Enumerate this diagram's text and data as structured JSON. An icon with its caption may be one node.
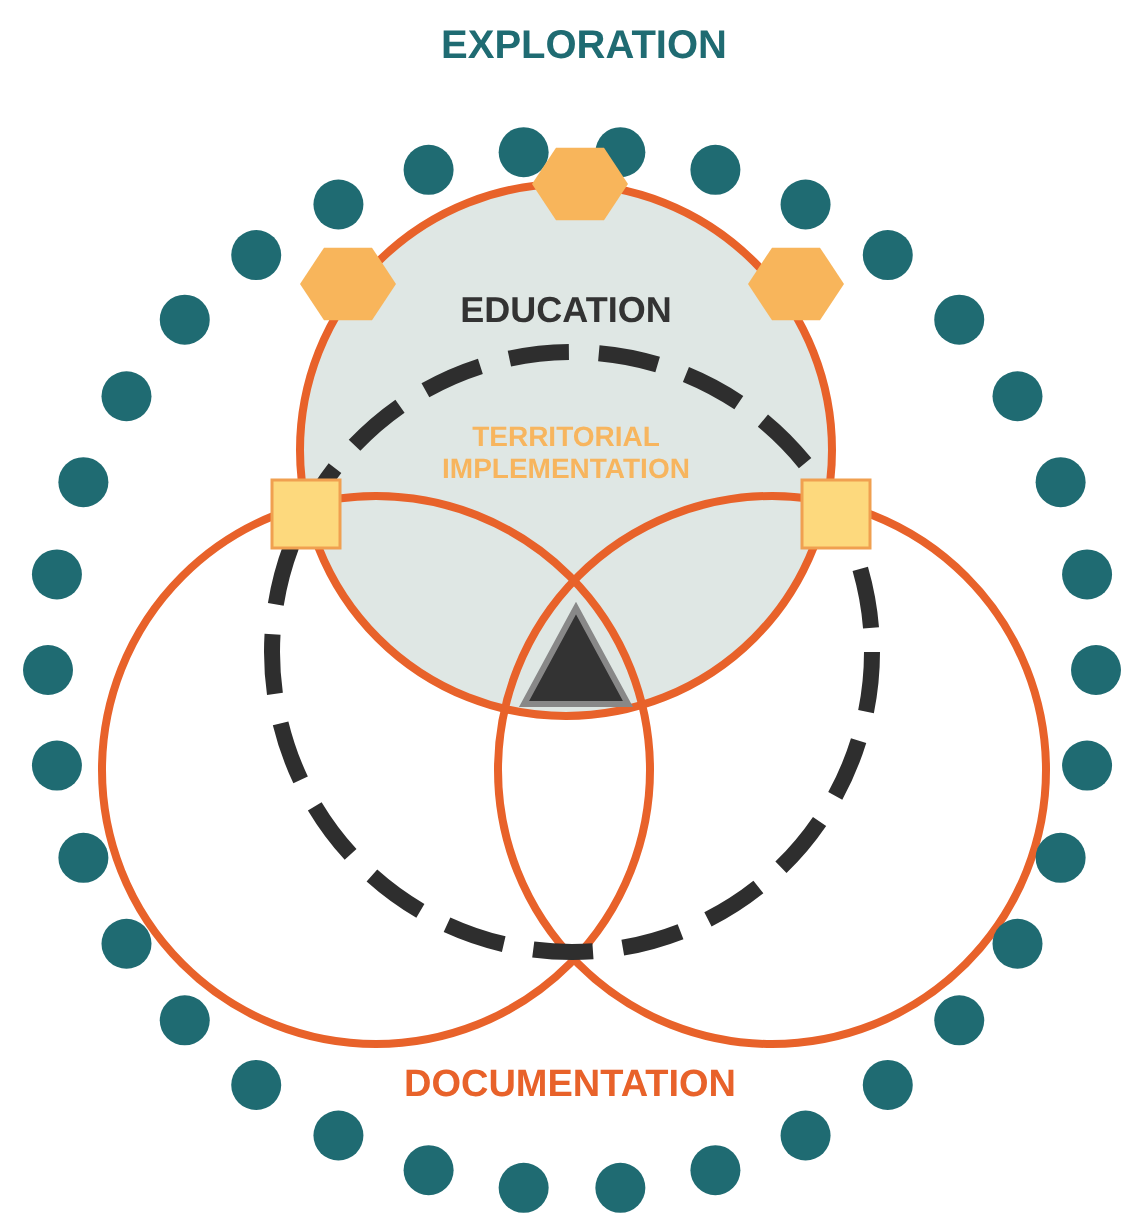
{
  "diagram": {
    "nodes": [
      {
        "text": [
          "EDUCATION",
          "TERRITORIAL IMPLEMENTATION"
        ]
      },
      {
        "text": [],
        "shape": "circle"
      },
      {
        "text": [],
        "shape": "circle"
      },
      {
        "text": [],
        "shape": "circle"
      }
    ],
    "edges": [],
    "labels": [
      "EXPLORATION",
      "DOCUMENTATION"
    ]
  }
}
